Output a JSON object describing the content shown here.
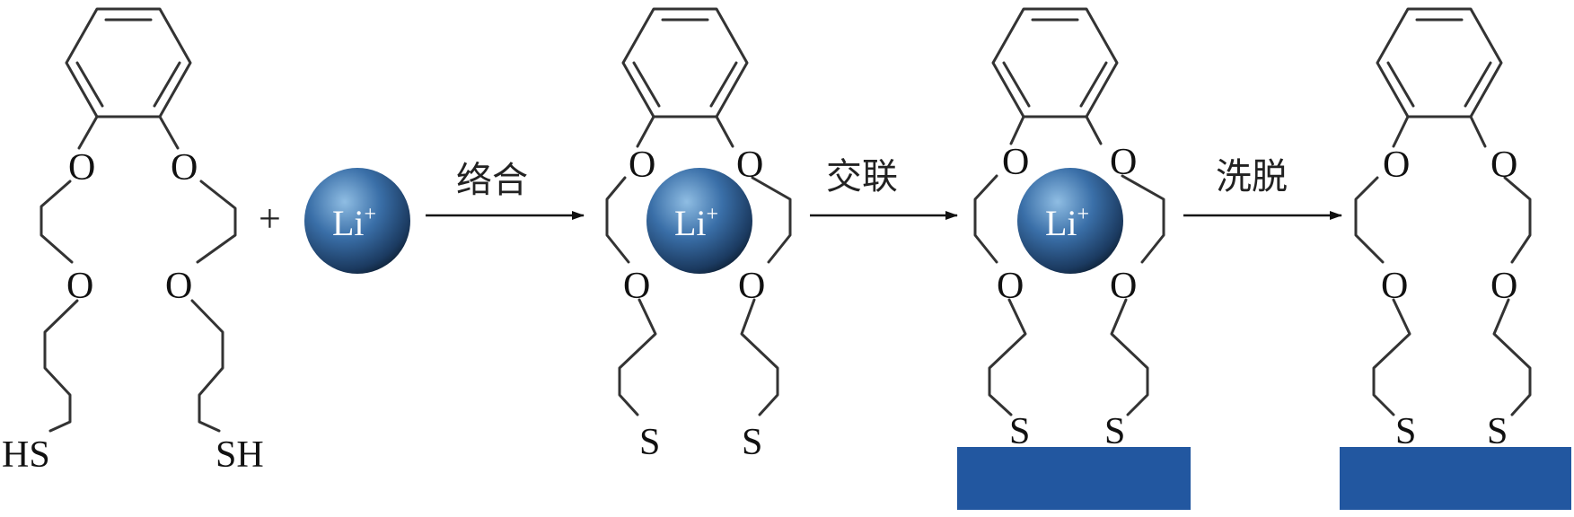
{
  "colors": {
    "ion": "#3a6fa8",
    "ion_dark": "#0d1f33",
    "substrate": "#2257a0",
    "bond": "#333333"
  },
  "reagent": {
    "o_atom": "O",
    "thiol_left": "HS",
    "thiol_right": "SH",
    "plus": "+"
  },
  "ion": {
    "symbol": "Li",
    "charge": "+"
  },
  "steps": [
    {
      "label": "络合"
    },
    {
      "label": "交联"
    },
    {
      "label": "洗脱"
    }
  ],
  "complex": {
    "o_atom": "O",
    "s_atom": "S"
  },
  "crosslinked": {
    "o_atom": "O",
    "s_atom": "S"
  },
  "eluted": {
    "o_atom": "O",
    "s_atom": "S"
  }
}
